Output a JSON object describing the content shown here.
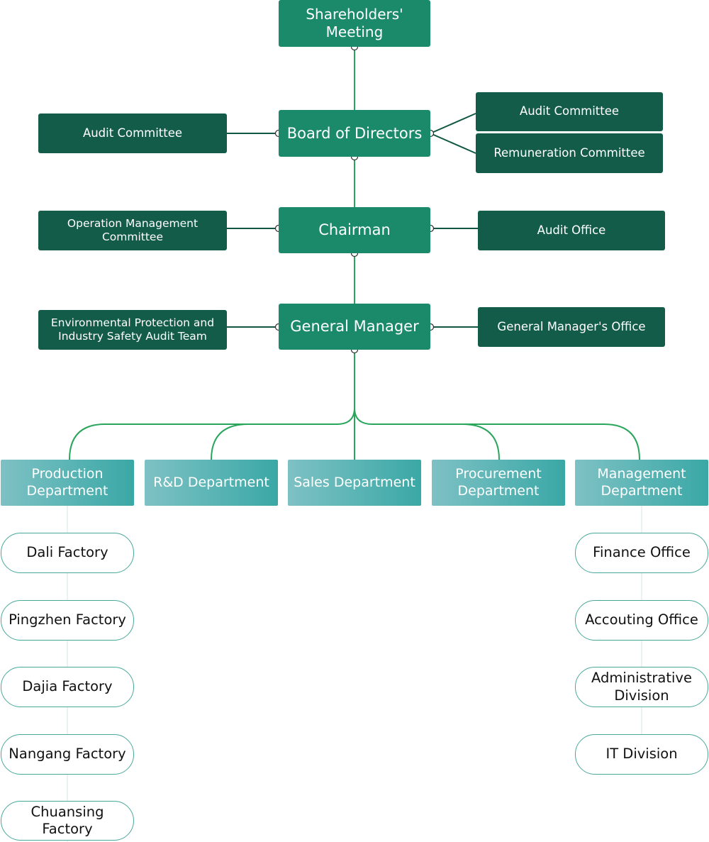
{
  "chart": {
    "shareholders": "Shareholders' Meeting",
    "board": "Board of Directors",
    "board_left": "Audit Committee",
    "board_right_1": "Audit Committee",
    "board_right_2": "Remuneration Committee",
    "chairman": "Chairman",
    "chairman_left": "Operation Management Committee",
    "chairman_right": "Audit Office",
    "gm": "General Manager",
    "gm_left": "Environmental Protection and Industry Safety Audit Team",
    "gm_right": "General Manager's Office",
    "departments": [
      "Production Department",
      "R&D Department",
      "Sales Department",
      "Procurement Department",
      "Management Department"
    ],
    "production_units": [
      "Dali Factory",
      "Pingzhen Factory",
      "Dajia Factory",
      "Nangang Factory",
      "Chuansing Factory"
    ],
    "management_units": [
      "Finance Office",
      "Accouting Office",
      "Administrative Division",
      "IT Division"
    ]
  },
  "colors": {
    "main_box": "#1b8a6b",
    "side_box": "#135c49",
    "dept_start": "#7ec1c4",
    "dept_end": "#3aa8a6",
    "connector": "#2aa65c",
    "pill_border": "#4aa89a"
  }
}
